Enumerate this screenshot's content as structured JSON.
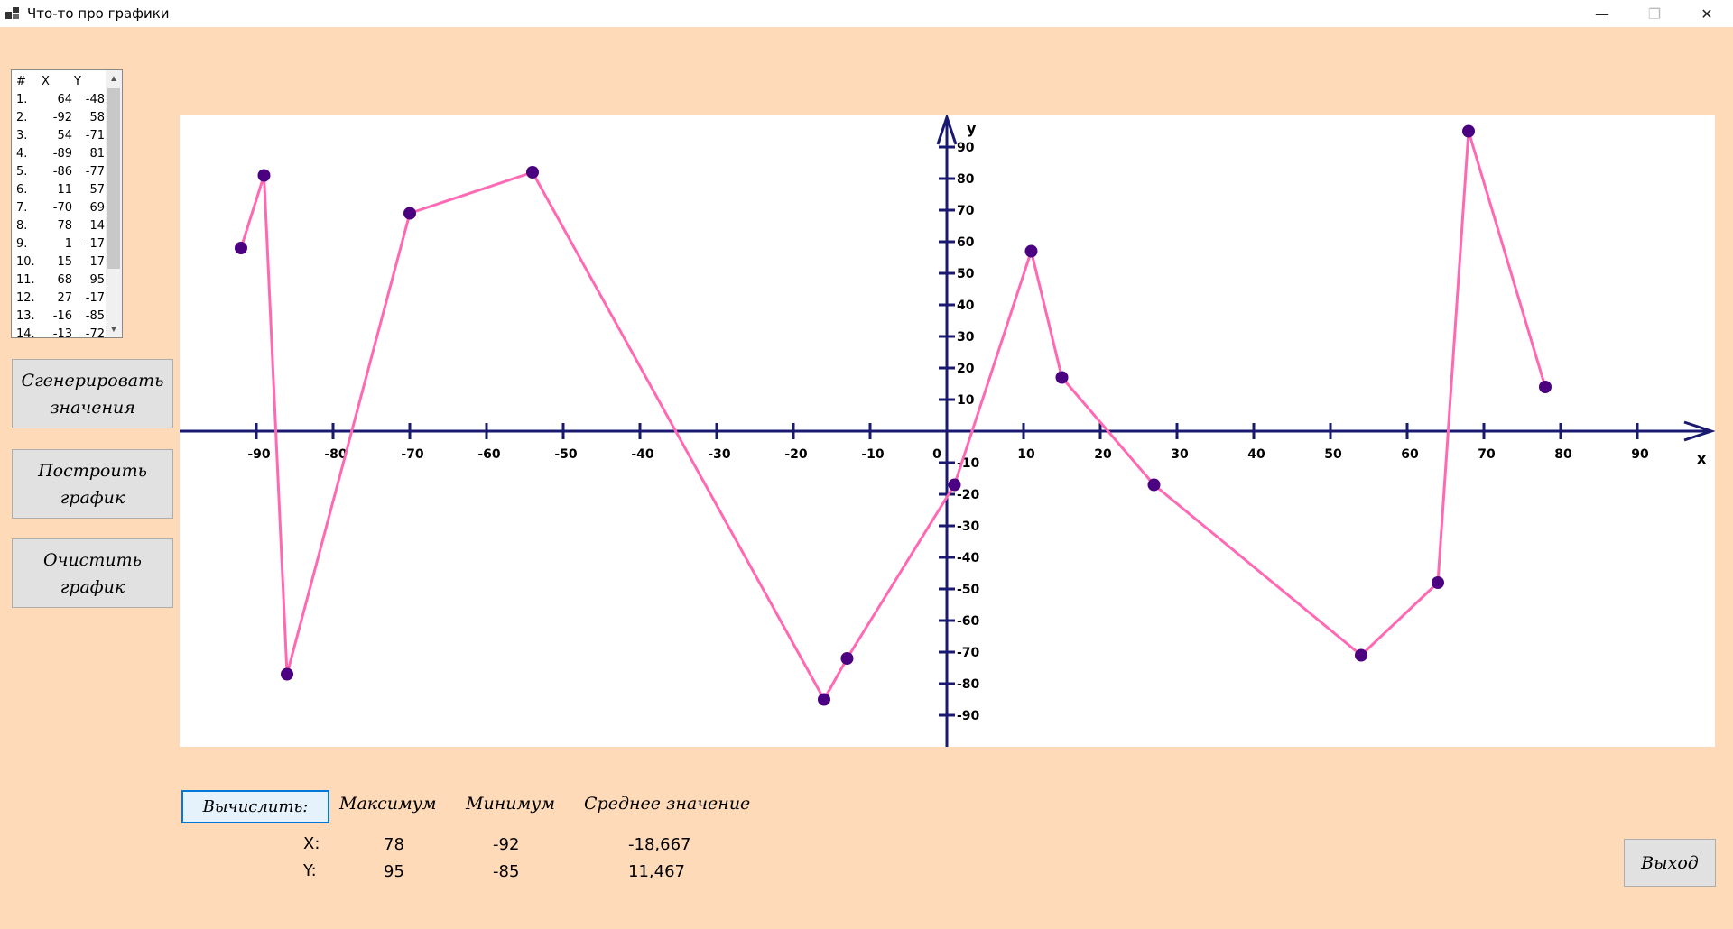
{
  "window": {
    "title": "Что-то про графики",
    "minimize": "—",
    "restore": "❐",
    "close": "✕"
  },
  "listbox": {
    "header": [
      "#",
      "X",
      "Y"
    ],
    "rows": [
      [
        "1.",
        "64",
        "-48"
      ],
      [
        "2.",
        "-92",
        "58"
      ],
      [
        "3.",
        "54",
        "-71"
      ],
      [
        "4.",
        "-89",
        "81"
      ],
      [
        "5.",
        "-86",
        "-77"
      ],
      [
        "6.",
        "11",
        "57"
      ],
      [
        "7.",
        "-70",
        "69"
      ],
      [
        "8.",
        "78",
        "14"
      ],
      [
        "9.",
        "1",
        "-17"
      ],
      [
        "10.",
        "15",
        "17"
      ],
      [
        "11.",
        "68",
        "95"
      ],
      [
        "12.",
        "27",
        "-17"
      ],
      [
        "13.",
        "-16",
        "-85"
      ],
      [
        "14.",
        "-13",
        "-72"
      ]
    ]
  },
  "buttons": {
    "generate": "Сгенерировать\nзначения",
    "plot": "Построить\nграфик",
    "clear": "Очистить\nграфик",
    "calculate": "Вычислить:",
    "exit": "Выход"
  },
  "stats": {
    "headers": {
      "max": "Максимум",
      "min": "Минимум",
      "mean": "Среднее значение"
    },
    "x": {
      "label": "X:",
      "max": "78",
      "min": "-92",
      "mean": "-18,667"
    },
    "y": {
      "label": "Y:",
      "max": "95",
      "min": "-85",
      "mean": "11,467"
    }
  },
  "chart_data": {
    "type": "line",
    "xlabel": "x",
    "ylabel": "y",
    "xlim": [
      -100,
      100
    ],
    "ylim": [
      -100,
      100
    ],
    "xticks": [
      -90,
      -80,
      -70,
      -60,
      -50,
      -40,
      -30,
      -20,
      -10,
      0,
      10,
      20,
      30,
      40,
      50,
      60,
      70,
      80,
      90
    ],
    "yticks": [
      -90,
      -80,
      -70,
      -60,
      -50,
      -40,
      -30,
      -20,
      -10,
      10,
      20,
      30,
      40,
      50,
      60,
      70,
      80,
      90
    ],
    "grid": false,
    "line_color": "#FF69B4",
    "marker_color": "#4B0082",
    "axis_color": "#191970",
    "points": [
      [
        -92,
        58
      ],
      [
        -89,
        81
      ],
      [
        -86,
        -77
      ],
      [
        -70,
        69
      ],
      [
        -54,
        82
      ],
      [
        -16,
        -85
      ],
      [
        -13,
        -72
      ],
      [
        1,
        -17
      ],
      [
        11,
        57
      ],
      [
        15,
        17
      ],
      [
        27,
        -17
      ],
      [
        54,
        -71
      ],
      [
        64,
        -48
      ],
      [
        68,
        95
      ],
      [
        78,
        14
      ]
    ]
  }
}
